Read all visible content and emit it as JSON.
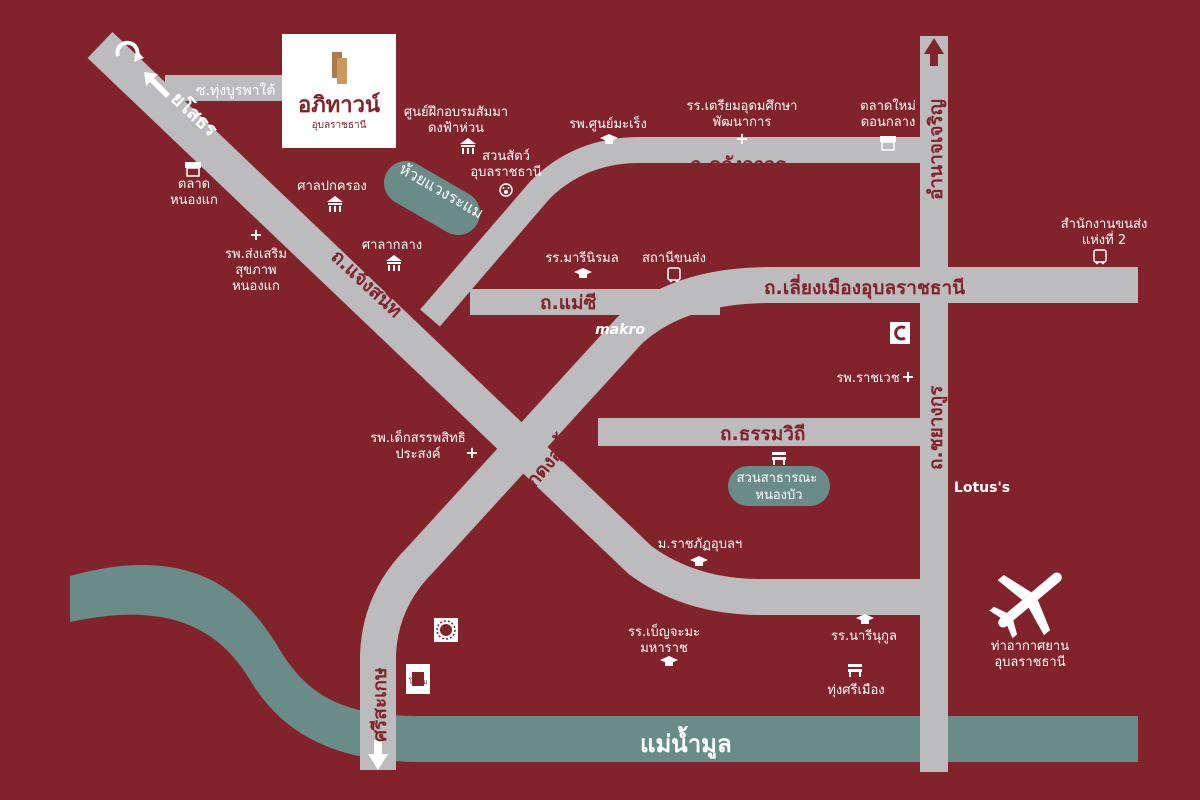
{
  "colors": {
    "background": "#82222a",
    "road": "#bcbcbe",
    "water": "#6a8c89",
    "label_on_road": "#82222a",
    "text": "#ffffff"
  },
  "logo": {
    "title": "อภิทาวน์",
    "subtitle": "อุบลราชธานี"
  },
  "roads": {
    "yasothon": "ยโสธร",
    "soi_thung_burapha_tai": "ซ.ทุ่งบูรพาใต้",
    "chaeng_sanit": "ถ.แจ้งสนิท",
    "khlang_awut": "ถ.คลังอาวุธ",
    "mae_si": "ถ.แม่ซี",
    "bypass": "ถ.เลี่ยงเมืองอุบลราชธานี",
    "thammawithi": "ถ.ธรรมวิถี",
    "chayangkun": "ถ.ชยางกูร",
    "amnat_charoen": "อำนาจเจริญ",
    "sisaket": "ศรีสะเกษ",
    "junction": "แยกดงอู่ผึ้ง",
    "river": "แม่น้ำมูล"
  },
  "places": {
    "huai_vang_ramae": "ห้วยแวงระแม",
    "nong_bua_park": "สวนสาธารณะ\nหนองบัว",
    "training_center": "ศูนย์ฝึกอบรมสัมมา\nดงฟ้าห่วน",
    "zoo": "สวนสัตว์\nอุบลราชธานี",
    "district_office": "ศาลปกครอง",
    "city_hall": "ศาลากลาง",
    "market_nong_kae": "ตลาด\nหนองแก",
    "hospital_nong_kae": "รพ.ส่งเสริม\nสุขภาพ\nหนองแก",
    "school_sunymareng": "รพ.ศูนย์มะเร็ง",
    "school_triam": "รร.เตรียมอุดมศึกษา\nพัฒนาการ",
    "market_don_klang": "ตลาดใหม่\nดอนกลาง",
    "school_marie": "รร.มารีนิรมล",
    "bus_station": "สถานีขนส่ง",
    "transport_office": "สำนักงานขนส่ง\nแห่งที่ 2",
    "makro": "makro",
    "ratchawet_hospital": "รพ.ราชเวช",
    "children_hospital": "รพ.เด็กสรรพสิทธิ\nประสงค์",
    "lotus": "Lotus's",
    "rajabhat": "ม.ราชภัฏอุบลฯ",
    "benchama": "รร.เบ็ญจะมะ\nมหาราช",
    "narinukun": "รร.นารีนุกูล",
    "thung_si_mueang": "ทุ่งศรีเมือง",
    "airport": "ท่าอากาศยาน\nอุบลราชธานี",
    "central_label": "โพวัฒ"
  },
  "icons": [
    "u-turn-icon",
    "arrow-left-up-icon",
    "arrow-up-icon",
    "arrow-down-icon",
    "temple-icon",
    "paw-icon",
    "shop-icon",
    "plus-icon",
    "grad-cap-icon",
    "bus-icon",
    "bench-icon",
    "airplane-icon",
    "sun-emblem-icon",
    "building-icon",
    "c-logo-icon"
  ]
}
